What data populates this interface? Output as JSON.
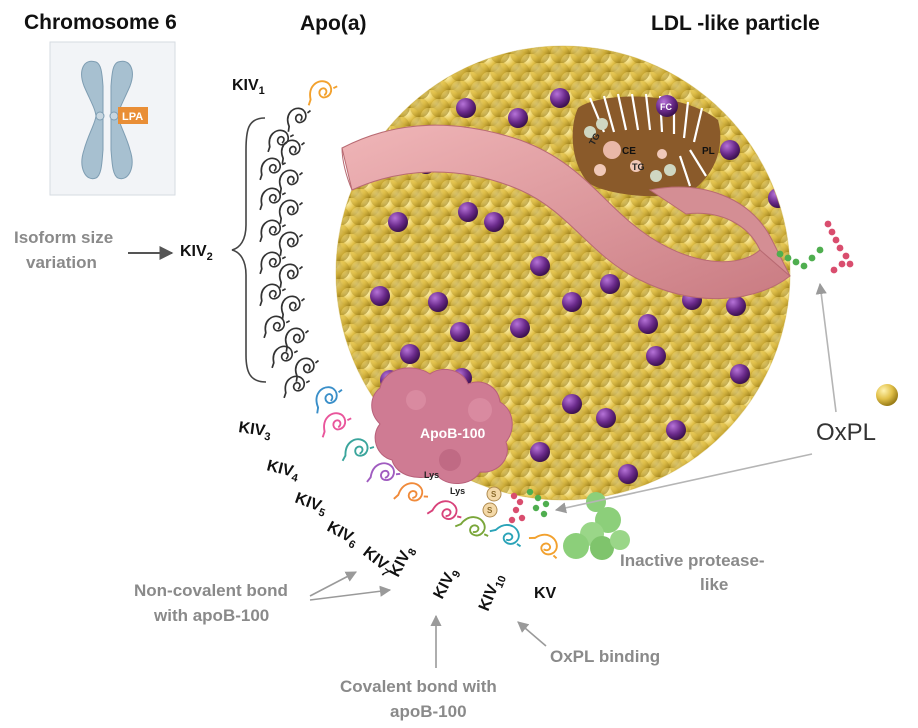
{
  "titles": {
    "chromosome": "Chromosome 6",
    "apoa": "Apo(a)",
    "ldl": "LDL -like particle"
  },
  "chromosome": {
    "gene_label": "LPA"
  },
  "kringles": {
    "kiv1_main": "KIV",
    "kiv1_sub": "1",
    "kiv2_main": "KIV",
    "kiv2_sub": "2",
    "kiv3_main": "KIV",
    "kiv3_sub": "3",
    "kiv4_main": "KIV",
    "kiv4_sub": "4",
    "kiv5_main": "KIV",
    "kiv5_sub": "5",
    "kiv6_main": "KIV",
    "kiv6_sub": "6",
    "kiv7_main": "KIV",
    "kiv7_sub": "7",
    "kiv8_main": "KIV",
    "kiv8_sub": "8",
    "kiv9_main": "KIV",
    "kiv9_sub": "9",
    "kiv10_main": "KIV",
    "kiv10_sub": "10",
    "kv": "KV"
  },
  "annotations": {
    "isoform_line1": "Isoform size",
    "isoform_line2": "variation",
    "noncovalent_line1": "Non-covalent bond",
    "noncovalent_line2": "with apoB-100",
    "covalent_line1": "Covalent bond with",
    "covalent_line2": "apoB-100",
    "oxpl_binding": "OxPL binding",
    "protease_line1": "Inactive protease-",
    "protease_line2": "like",
    "oxpl": "OxPL"
  },
  "particle_labels": {
    "apob": "ApoB-100",
    "fc": "FC",
    "pl": "PL",
    "ce": "CE",
    "tg_top": "TG",
    "tg_bottom": "TG",
    "lys1": "Lys",
    "lys2": "Lys",
    "s1": "S",
    "s2": "S"
  },
  "colors": {
    "kringle_black": "#333333",
    "kv_orange": "#f2a12e",
    "kiv3": "#3a8fc9",
    "kiv4": "#e9559b",
    "kiv5": "#3aa59c",
    "kiv6": "#a05cc0",
    "kiv7": "#f08a3a",
    "kiv8": "#d8427a",
    "kiv9": "#7aa63a",
    "kiv10": "#2aa3b8",
    "sphere": "#e2c14a",
    "sphere_dark": "#9a7d18",
    "purple": "#6a2a8a",
    "ribbon": "#e2a0a4",
    "apob": "#cf7b93",
    "protease": "#8ccf7a",
    "gray_text": "#8a8a8a",
    "chromosome": "#a7c0d0"
  }
}
